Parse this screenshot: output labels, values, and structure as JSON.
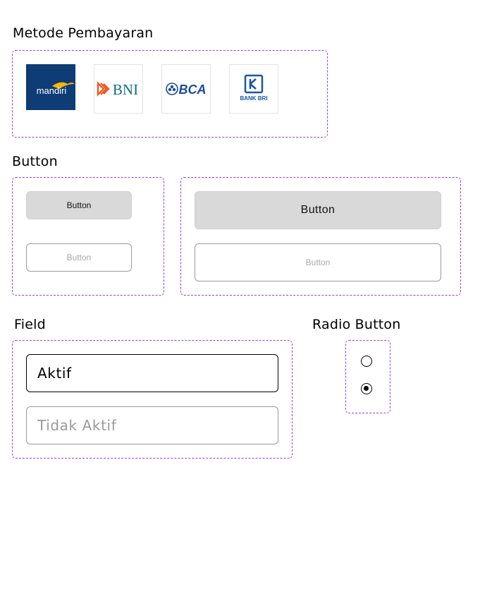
{
  "payment": {
    "title": "Metode Pembayaran",
    "banks": [
      {
        "name": "mandiri",
        "text": "mandiri",
        "color": "#0e3c75"
      },
      {
        "name": "bni",
        "text": "BNI",
        "color": "#f15a23"
      },
      {
        "name": "bca",
        "text": "BCA",
        "color": "#1a4a9c"
      },
      {
        "name": "bri",
        "text": "BANK BRI",
        "color": "#1a57a8"
      }
    ]
  },
  "button": {
    "title": "Button",
    "small_filled_label": "Button",
    "small_outline_label": "Button",
    "large_filled_label": "Button",
    "large_outline_label": "Button"
  },
  "field": {
    "title": "Field",
    "active_value": "Aktif",
    "inactive_placeholder": "Tidak Aktif"
  },
  "radio": {
    "title": "Radio Button",
    "options": [
      {
        "checked": false
      },
      {
        "checked": true
      }
    ]
  },
  "colors": {
    "dashed_border": "#8a3ffc",
    "button_fill": "#d9d9d9",
    "muted_text": "#9a9a9a"
  }
}
